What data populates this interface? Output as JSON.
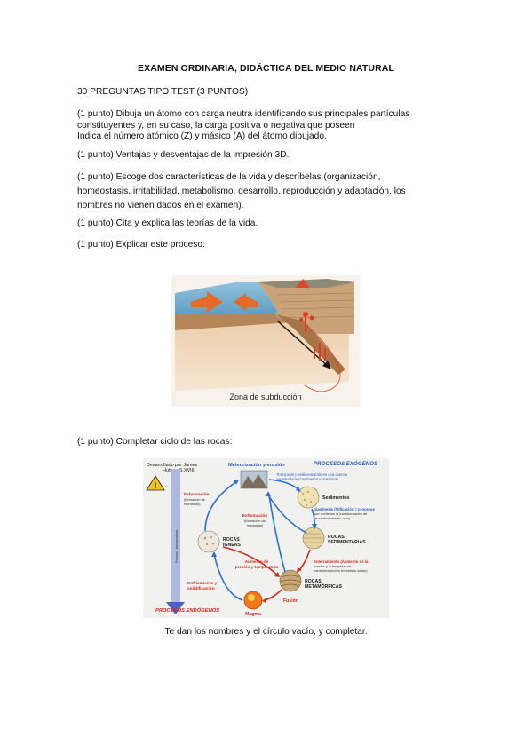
{
  "document": {
    "title": "EXAMEN ORDINARIA, DIDÁCTICA DEL MEDIO NATURAL",
    "section": "30 PREGUNTAS TIPO TEST (3 PUNTOS)",
    "q1_line1": "(1 punto) Dibuja un átomo con carga neutra identificando sus principales partículas",
    "q1_line2": "constituyentes y, en su caso, la carga positiva o negativa que poseen",
    "q1_line3": "Indica el número atómico (Z) y másico (A) del átomo dibujado.",
    "q2": "(1 punto) Ventajas y desventajas de la impresión 3D.",
    "q3_line1": "(1 punto) Escoge dos características de la vida y descríbelas (organización,",
    "q3_line2": "homeostasis, irritabilidad, metabolismo, desarrollo, reproducción y adaptación, los",
    "q3_line3": "nombres no vienen dados en el examen).",
    "q4": "(1 punto) Cita y explica las teorías de la vida.",
    "q5": "(1 punto) Explicar este proceso:",
    "q6": "(1 punto) Completar ciclo de las rocas:",
    "caption": "Te dan los nombres y el círculo vacío, y completar."
  },
  "subduction_figure": {
    "label": "Zona de subducción"
  },
  "rock_cycle": {
    "credit_line1": "Desarrollado por James",
    "credit_line2": "Hutton, S.XVIII",
    "exo_title": "PROCESOS EXÓGENOS",
    "endo_title": "PROCESOS ENDÓGENOS",
    "meteorizacion": "Meteorización y erosión",
    "transporte_line1": "Transporte y sedimentación en una cuenca",
    "transporte_line2": "sedimentaria (continental u oceánica)",
    "sedimentos": "Sedimentos",
    "diagenesis_line1": "Diagénesis (litificación = procesos",
    "diagenesis_line2": "que conllevan la transformación de",
    "diagenesis_line3": "los sedimentos en roca)",
    "sedimentarias_line1": "ROCAS",
    "sedimentarias_line2": "SEDIMENTARIAS",
    "enterramiento_line1": "Enterramiento (Aumento de la",
    "enterramiento_line2": "presión y la temperatura →",
    "enterramiento_line3": "transformaciones en estado sólido)",
    "metamorficas_line1": "ROCAS",
    "metamorficas_line2": "METAMÓRFICAS",
    "fusion": "Fusión",
    "magma": "Magma",
    "enfriamiento_line1": "Enfriamiento y",
    "enfriamiento_line2": "solidificación",
    "igneas_line1": "ROCAS",
    "igneas_line2": "ÍGNEAS",
    "aumento_line1": "Aumento de",
    "aumento_line2": "presión y temperatura",
    "exhumacion_left_line1": "Exhumación",
    "exhumacion_left_line2": "(formación de",
    "exhumacion_left_line3": "montañas)",
    "exhumacion_center_line1": "Exhumación",
    "exhumacion_center_line2": "(formación de",
    "exhumacion_center_line3": "montañas)",
    "gradient_label": "Presión, temperatura"
  }
}
